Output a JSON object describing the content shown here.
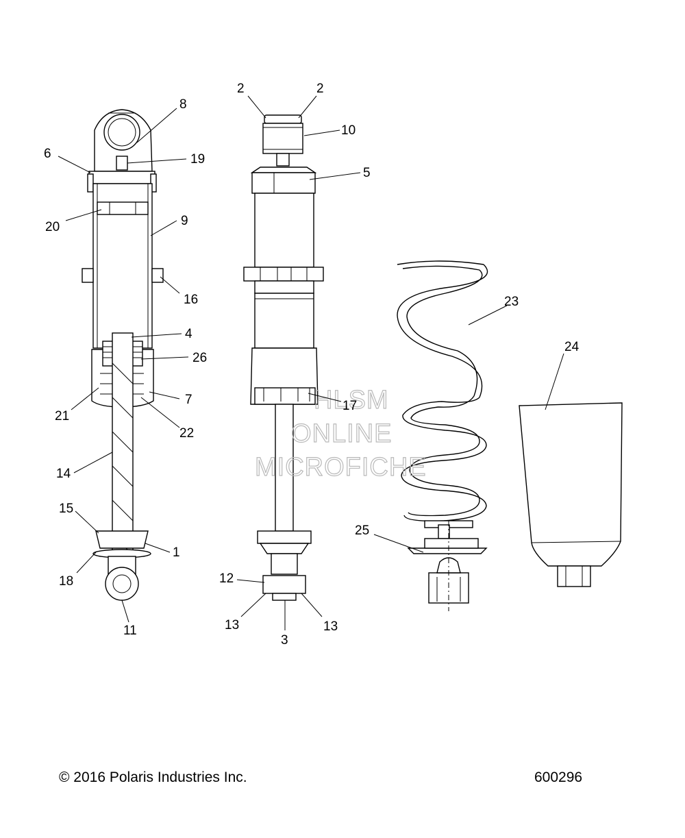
{
  "watermark": {
    "lines": [
      "HLSM",
      "ONLINE",
      "MICROFICHE"
    ]
  },
  "footer": {
    "copyright": "© 2016 Polaris Industries Inc.",
    "drawing_number": "600296"
  },
  "callouts": {
    "c1": "1",
    "c2a": "2",
    "c2b": "2",
    "c3": "3",
    "c4": "4",
    "c5": "5",
    "c6": "6",
    "c7": "7",
    "c8": "8",
    "c9": "9",
    "c10": "10",
    "c11": "11",
    "c12": "12",
    "c13a": "13",
    "c13b": "13",
    "c14": "14",
    "c15": "15",
    "c16": "16",
    "c17": "17",
    "c18": "18",
    "c19": "19",
    "c20": "20",
    "c21": "21",
    "c22": "22",
    "c23": "23",
    "c24": "24",
    "c25": "25",
    "c26": "26"
  },
  "colors": {
    "line": "#000000",
    "watermark": "#b9b9b9",
    "background": "#ffffff"
  }
}
